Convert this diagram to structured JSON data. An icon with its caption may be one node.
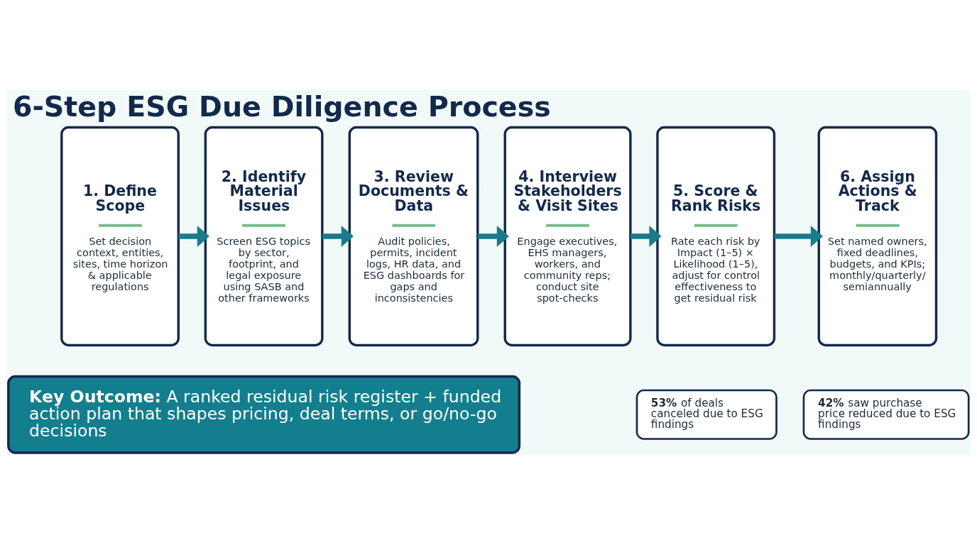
{
  "diagram": {
    "title": "6-Step ESG Due Diligence Process",
    "nodes": [
      {
        "text": [
          "1. Define Scope",
          "Set decision context, entities, sites, time horizon & applicable regulations"
        ]
      },
      {
        "text": [
          "2. Identify Material Issues",
          "Screen ESG topics by sector, footprint, and legal exposure using SASB and other frameworks"
        ]
      },
      {
        "text": [
          "3. Review Documents & Data",
          "Audit policies, permits, incident logs, HR data, and ESG dashboards for gaps and inconsistencies"
        ]
      },
      {
        "text": [
          "4. Interview Stakeholders & Visit Sites",
          "Engage executives, EHS managers, workers, and community reps; conduct site spot-checks"
        ]
      },
      {
        "text": [
          "5. Score & Rank Risks",
          "Rate each risk by Impact (1–5) × Likelihood (1–5), adjust for control effectiveness to get residual risk"
        ]
      },
      {
        "text": [
          "6. Assign Actions & Track",
          "Set named owners, fixed deadlines, budgets, and KPIs; monthly/quarterly/ semiannually"
        ]
      },
      {
        "text": [
          "**Key Outcome:** A ranked residual risk register + funded action plan that shapes pricing, deal terms, or go/no-go decisions"
        ]
      },
      {
        "text": [
          "**53%** of deals canceled due to ESG findings"
        ]
      },
      {
        "text": [
          "**42%** saw purchase price reduced due to ESG findings"
        ]
      }
    ],
    "edges": [
      {
        "from": 0,
        "to": 1,
        "arrow": "to"
      },
      {
        "from": 1,
        "to": 2,
        "arrow": "to"
      },
      {
        "from": 2,
        "to": 3,
        "arrow": "to"
      },
      {
        "from": 3,
        "to": 4,
        "arrow": "to"
      },
      {
        "from": 4,
        "to": 5,
        "arrow": "to"
      }
    ]
  }
}
